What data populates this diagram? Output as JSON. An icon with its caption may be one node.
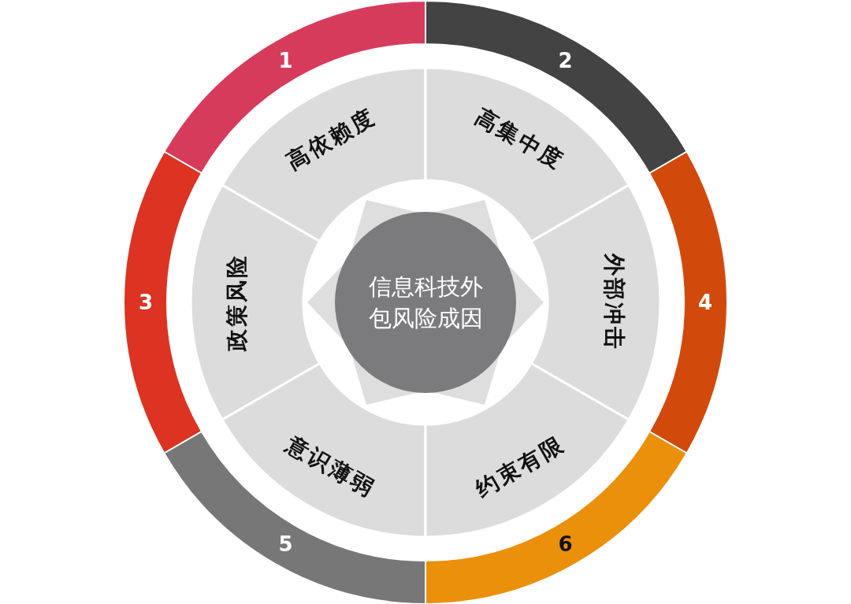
{
  "diagram": {
    "nodes": [
      {
        "text": [
          "信息科技外包风险成因"
        ]
      },
      {
        "text": [
          "1"
        ]
      },
      {
        "text": [
          "高依赖度"
        ]
      },
      {
        "text": [
          "2"
        ]
      },
      {
        "text": [
          "高集中度"
        ]
      },
      {
        "text": [
          "3"
        ]
      },
      {
        "text": [
          "政策风险"
        ]
      },
      {
        "text": [
          "4"
        ]
      },
      {
        "text": [
          "外部冲击"
        ]
      },
      {
        "text": [
          "5"
        ]
      },
      {
        "text": [
          "意识薄弱"
        ]
      },
      {
        "text": [
          "6"
        ]
      },
      {
        "text": [
          "约束有限"
        ]
      }
    ]
  }
}
